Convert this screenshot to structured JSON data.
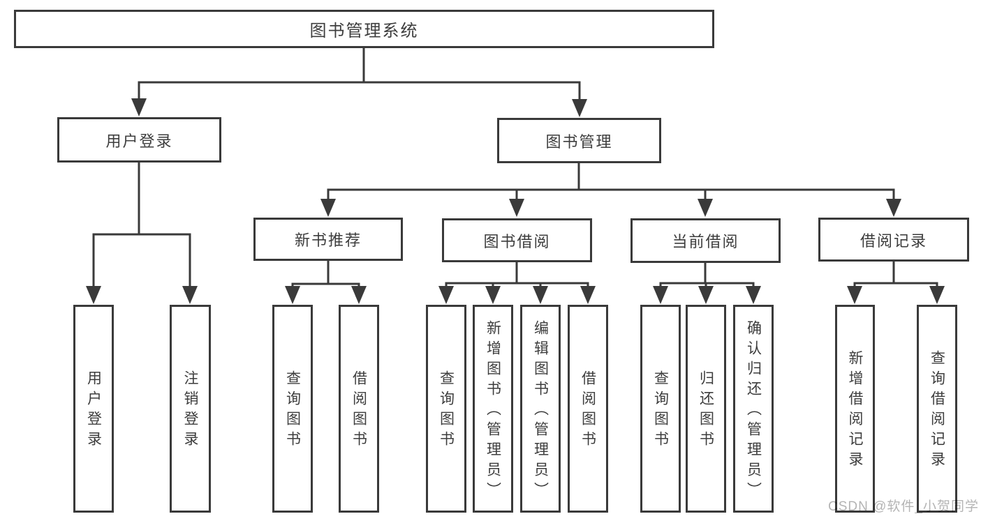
{
  "diagram": {
    "type": "tree",
    "colors": {
      "line": "#3a3a3a",
      "box_border": "#3a3a3a",
      "text": "#3d3d3d",
      "background": "#ffffff",
      "watermark": "#b4b4b4"
    },
    "nodes": {
      "root": {
        "label": "图书管理系统"
      },
      "level2": [
        {
          "label": "用户登录"
        },
        {
          "label": "图书管理"
        }
      ],
      "level3": [
        {
          "parent": "图书管理",
          "label": "新书推荐"
        },
        {
          "parent": "图书管理",
          "label": "图书借阅"
        },
        {
          "parent": "图书管理",
          "label": "当前借阅"
        },
        {
          "parent": "图书管理",
          "label": "借阅记录"
        }
      ],
      "level4": [
        {
          "parent": "用户登录",
          "label": "用户登录"
        },
        {
          "parent": "用户登录",
          "label": "注销登录"
        },
        {
          "parent": "新书推荐",
          "label": "查询图书"
        },
        {
          "parent": "新书推荐",
          "label": "借阅图书"
        },
        {
          "parent": "图书借阅",
          "label": "查询图书"
        },
        {
          "parent": "图书借阅",
          "label": "新增图书（管理员）"
        },
        {
          "parent": "图书借阅",
          "label": "编辑图书（管理员）"
        },
        {
          "parent": "图书借阅",
          "label": "借阅图书"
        },
        {
          "parent": "当前借阅",
          "label": "查询图书"
        },
        {
          "parent": "当前借阅",
          "label": "归还图书"
        },
        {
          "parent": "当前借阅",
          "label": "确认归还（管理员）"
        },
        {
          "parent": "借阅记录",
          "label": "新增借阅记录"
        },
        {
          "parent": "借阅记录",
          "label": "查询借阅记录"
        }
      ]
    },
    "watermark": {
      "text": "CSDN @软件_小贺同学"
    }
  }
}
